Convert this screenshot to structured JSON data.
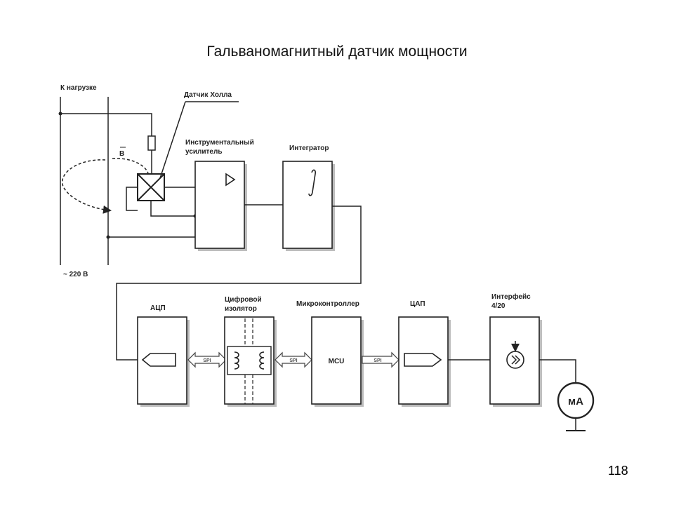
{
  "slide": {
    "title": "Гальваномагнитный датчик мощности",
    "page_number": "118"
  },
  "diagram": {
    "labels": {
      "to_load": "К нагрузке",
      "hall_sensor": "Датчик Холла",
      "instr_amp_line1": "Инструментальный",
      "instr_amp_line2": "усилитель",
      "integrator": "Интегратор",
      "field_b": "B",
      "mains": "~ 220 В",
      "adc": "АЦП",
      "isolator_line1": "Цифровой",
      "isolator_line2": "изолятор",
      "mcu_label": "Микроконтроллер",
      "dac": "ЦАП",
      "interface_line1": "Интерфейс",
      "interface_line2": "4/20",
      "mcu_block_text": "MCU",
      "spi_1": "SPI",
      "spi_2": "SPI",
      "spi_3": "SPI",
      "meter": "мА"
    }
  }
}
